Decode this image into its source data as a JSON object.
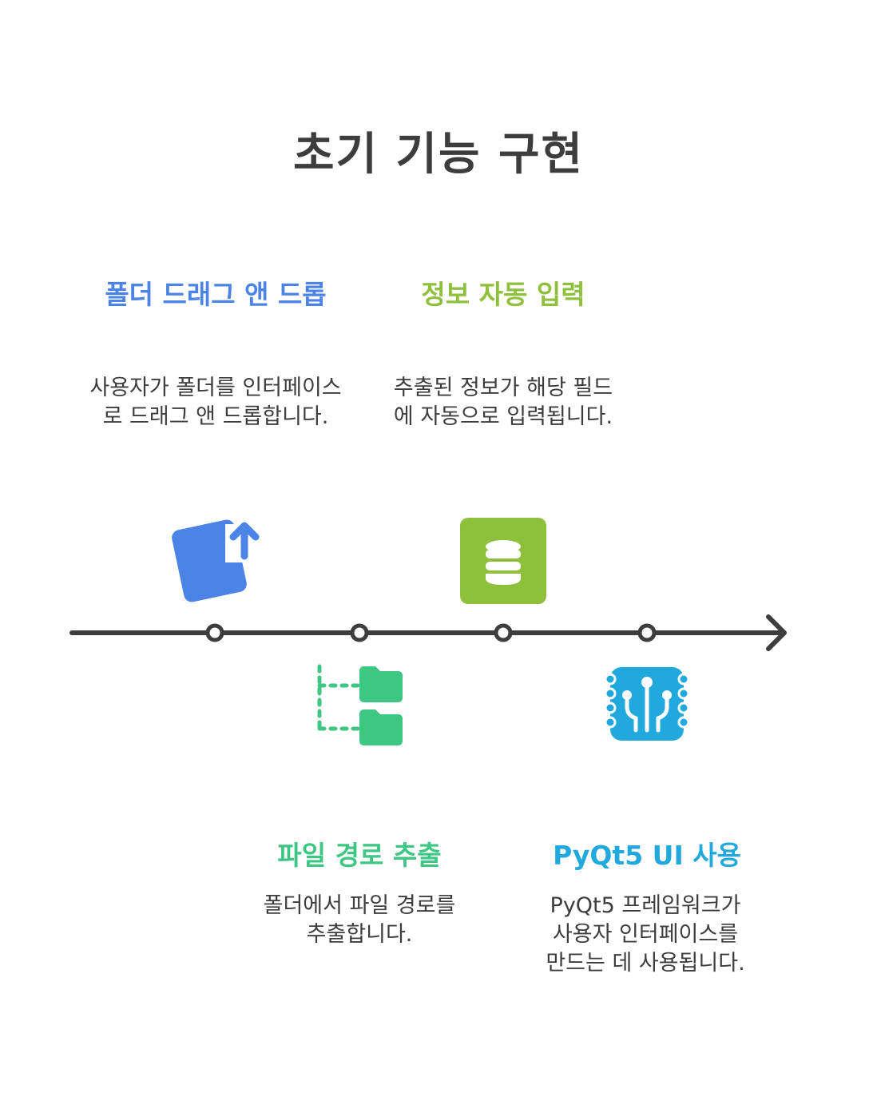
{
  "title": "초기 기능 구현",
  "colors": {
    "text": "#3d3d3d",
    "line": "#3d3d3d",
    "blue": "#4b84e6",
    "green_light": "#8fc03c",
    "green": "#3ec683",
    "cyan": "#21a9dd"
  },
  "steps": [
    {
      "title": "폴더 드래그 앤 드롭",
      "desc_lines": [
        "사용자가 폴더를 인터페이스",
        "로 드래그 앤 드롭합니다."
      ],
      "icon": "document-upload-icon",
      "color": "#4b84e6"
    },
    {
      "title": "파일 경로 추출",
      "desc_lines": [
        "폴더에서 파일 경로를",
        "추출합니다."
      ],
      "icon": "folder-tree-icon",
      "color": "#3ec683"
    },
    {
      "title": "정보 자동 입력",
      "desc_lines": [
        "추출된 정보가 해당 필드",
        "에 자동으로 입력됩니다."
      ],
      "icon": "database-icon",
      "color": "#8fc03c"
    },
    {
      "title": "PyQt5 UI 사용",
      "desc_lines": [
        "PyQt5 프레임워크가",
        "사용자 인터페이스를",
        "만드는 데 사용됩니다."
      ],
      "icon": "circuit-chip-icon",
      "color": "#21a9dd"
    }
  ]
}
